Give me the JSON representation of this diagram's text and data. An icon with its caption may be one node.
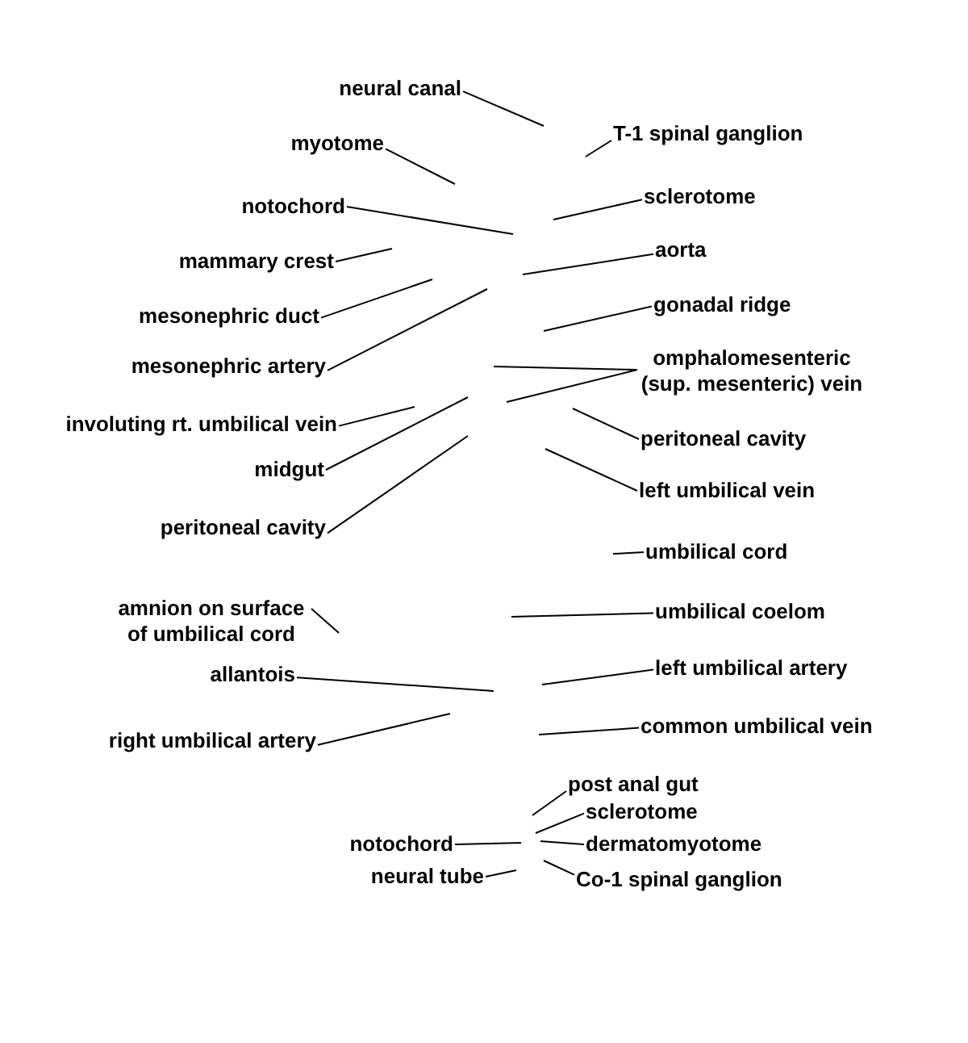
{
  "diagram": {
    "nodes": [
      {
        "text": [
          "neural canal"
        ]
      },
      {
        "text": [
          "T-1 spinal ganglion"
        ]
      },
      {
        "text": [
          "myotome"
        ]
      },
      {
        "text": [
          "sclerotome"
        ]
      },
      {
        "text": [
          "notochord"
        ]
      },
      {
        "text": [
          "aorta"
        ]
      },
      {
        "text": [
          "mammary crest"
        ]
      },
      {
        "text": [
          "gonadal ridge"
        ]
      },
      {
        "text": [
          "mesonephric duct"
        ]
      },
      {
        "text": [
          "mesonephric artery"
        ]
      },
      {
        "text": [
          "omphalomesenteric (sup. mesenteric) vein"
        ]
      },
      {
        "text": [
          "involuting rt. umbilical vein"
        ]
      },
      {
        "text": [
          "peritoneal cavity"
        ]
      },
      {
        "text": [
          "midgut"
        ]
      },
      {
        "text": [
          "left umbilical vein"
        ]
      },
      {
        "text": [
          "peritoneal cavity"
        ]
      },
      {
        "text": [
          "umbilical cord"
        ]
      },
      {
        "text": [
          "amnion on surface of umbilical cord"
        ]
      },
      {
        "text": [
          "umbilical coelom"
        ]
      },
      {
        "text": [
          "left umbilical artery"
        ]
      },
      {
        "text": [
          "allantois"
        ]
      },
      {
        "text": [
          "common umbilical vein"
        ]
      },
      {
        "text": [
          "right umbilical artery"
        ]
      },
      {
        "text": [
          "post anal gut"
        ]
      },
      {
        "text": [
          "sclerotome"
        ]
      },
      {
        "text": [
          "notochord"
        ]
      },
      {
        "text": [
          "dermatomyotome"
        ]
      },
      {
        "text": [
          "neural tube"
        ]
      },
      {
        "text": [
          "Co-1 spinal ganglion"
        ]
      }
    ],
    "edges": [
      {
        "from": 0,
        "to": null,
        "arrow": "none"
      },
      {
        "from": 1,
        "to": null,
        "arrow": "none"
      },
      {
        "from": 2,
        "to": null,
        "arrow": "none"
      },
      {
        "from": 3,
        "to": null,
        "arrow": "none"
      },
      {
        "from": 4,
        "to": null,
        "arrow": "none"
      },
      {
        "from": 5,
        "to": null,
        "arrow": "none"
      },
      {
        "from": 6,
        "to": null,
        "arrow": "none"
      },
      {
        "from": 7,
        "to": null,
        "arrow": "none"
      },
      {
        "from": 8,
        "to": null,
        "arrow": "none"
      },
      {
        "from": 9,
        "to": null,
        "arrow": "none"
      },
      {
        "from": 10,
        "to": null,
        "arrow": "none"
      },
      {
        "from": 10,
        "to": null,
        "arrow": "none"
      },
      {
        "from": 11,
        "to": null,
        "arrow": "none"
      },
      {
        "from": 12,
        "to": null,
        "arrow": "none"
      },
      {
        "from": 13,
        "to": null,
        "arrow": "none"
      },
      {
        "from": 14,
        "to": null,
        "arrow": "none"
      },
      {
        "from": 15,
        "to": null,
        "arrow": "none"
      },
      {
        "from": 16,
        "to": null,
        "arrow": "none"
      },
      {
        "from": 17,
        "to": null,
        "arrow": "none"
      },
      {
        "from": 18,
        "to": null,
        "arrow": "none"
      },
      {
        "from": 19,
        "to": null,
        "arrow": "none"
      },
      {
        "from": 20,
        "to": null,
        "arrow": "none"
      },
      {
        "from": 21,
        "to": null,
        "arrow": "none"
      },
      {
        "from": 22,
        "to": null,
        "arrow": "none"
      },
      {
        "from": 23,
        "to": null,
        "arrow": "none"
      },
      {
        "from": 24,
        "to": null,
        "arrow": "none"
      },
      {
        "from": 25,
        "to": null,
        "arrow": "none"
      },
      {
        "from": 26,
        "to": null,
        "arrow": "none"
      },
      {
        "from": 27,
        "to": null,
        "arrow": "none"
      },
      {
        "from": 28,
        "to": null,
        "arrow": "none"
      }
    ]
  }
}
